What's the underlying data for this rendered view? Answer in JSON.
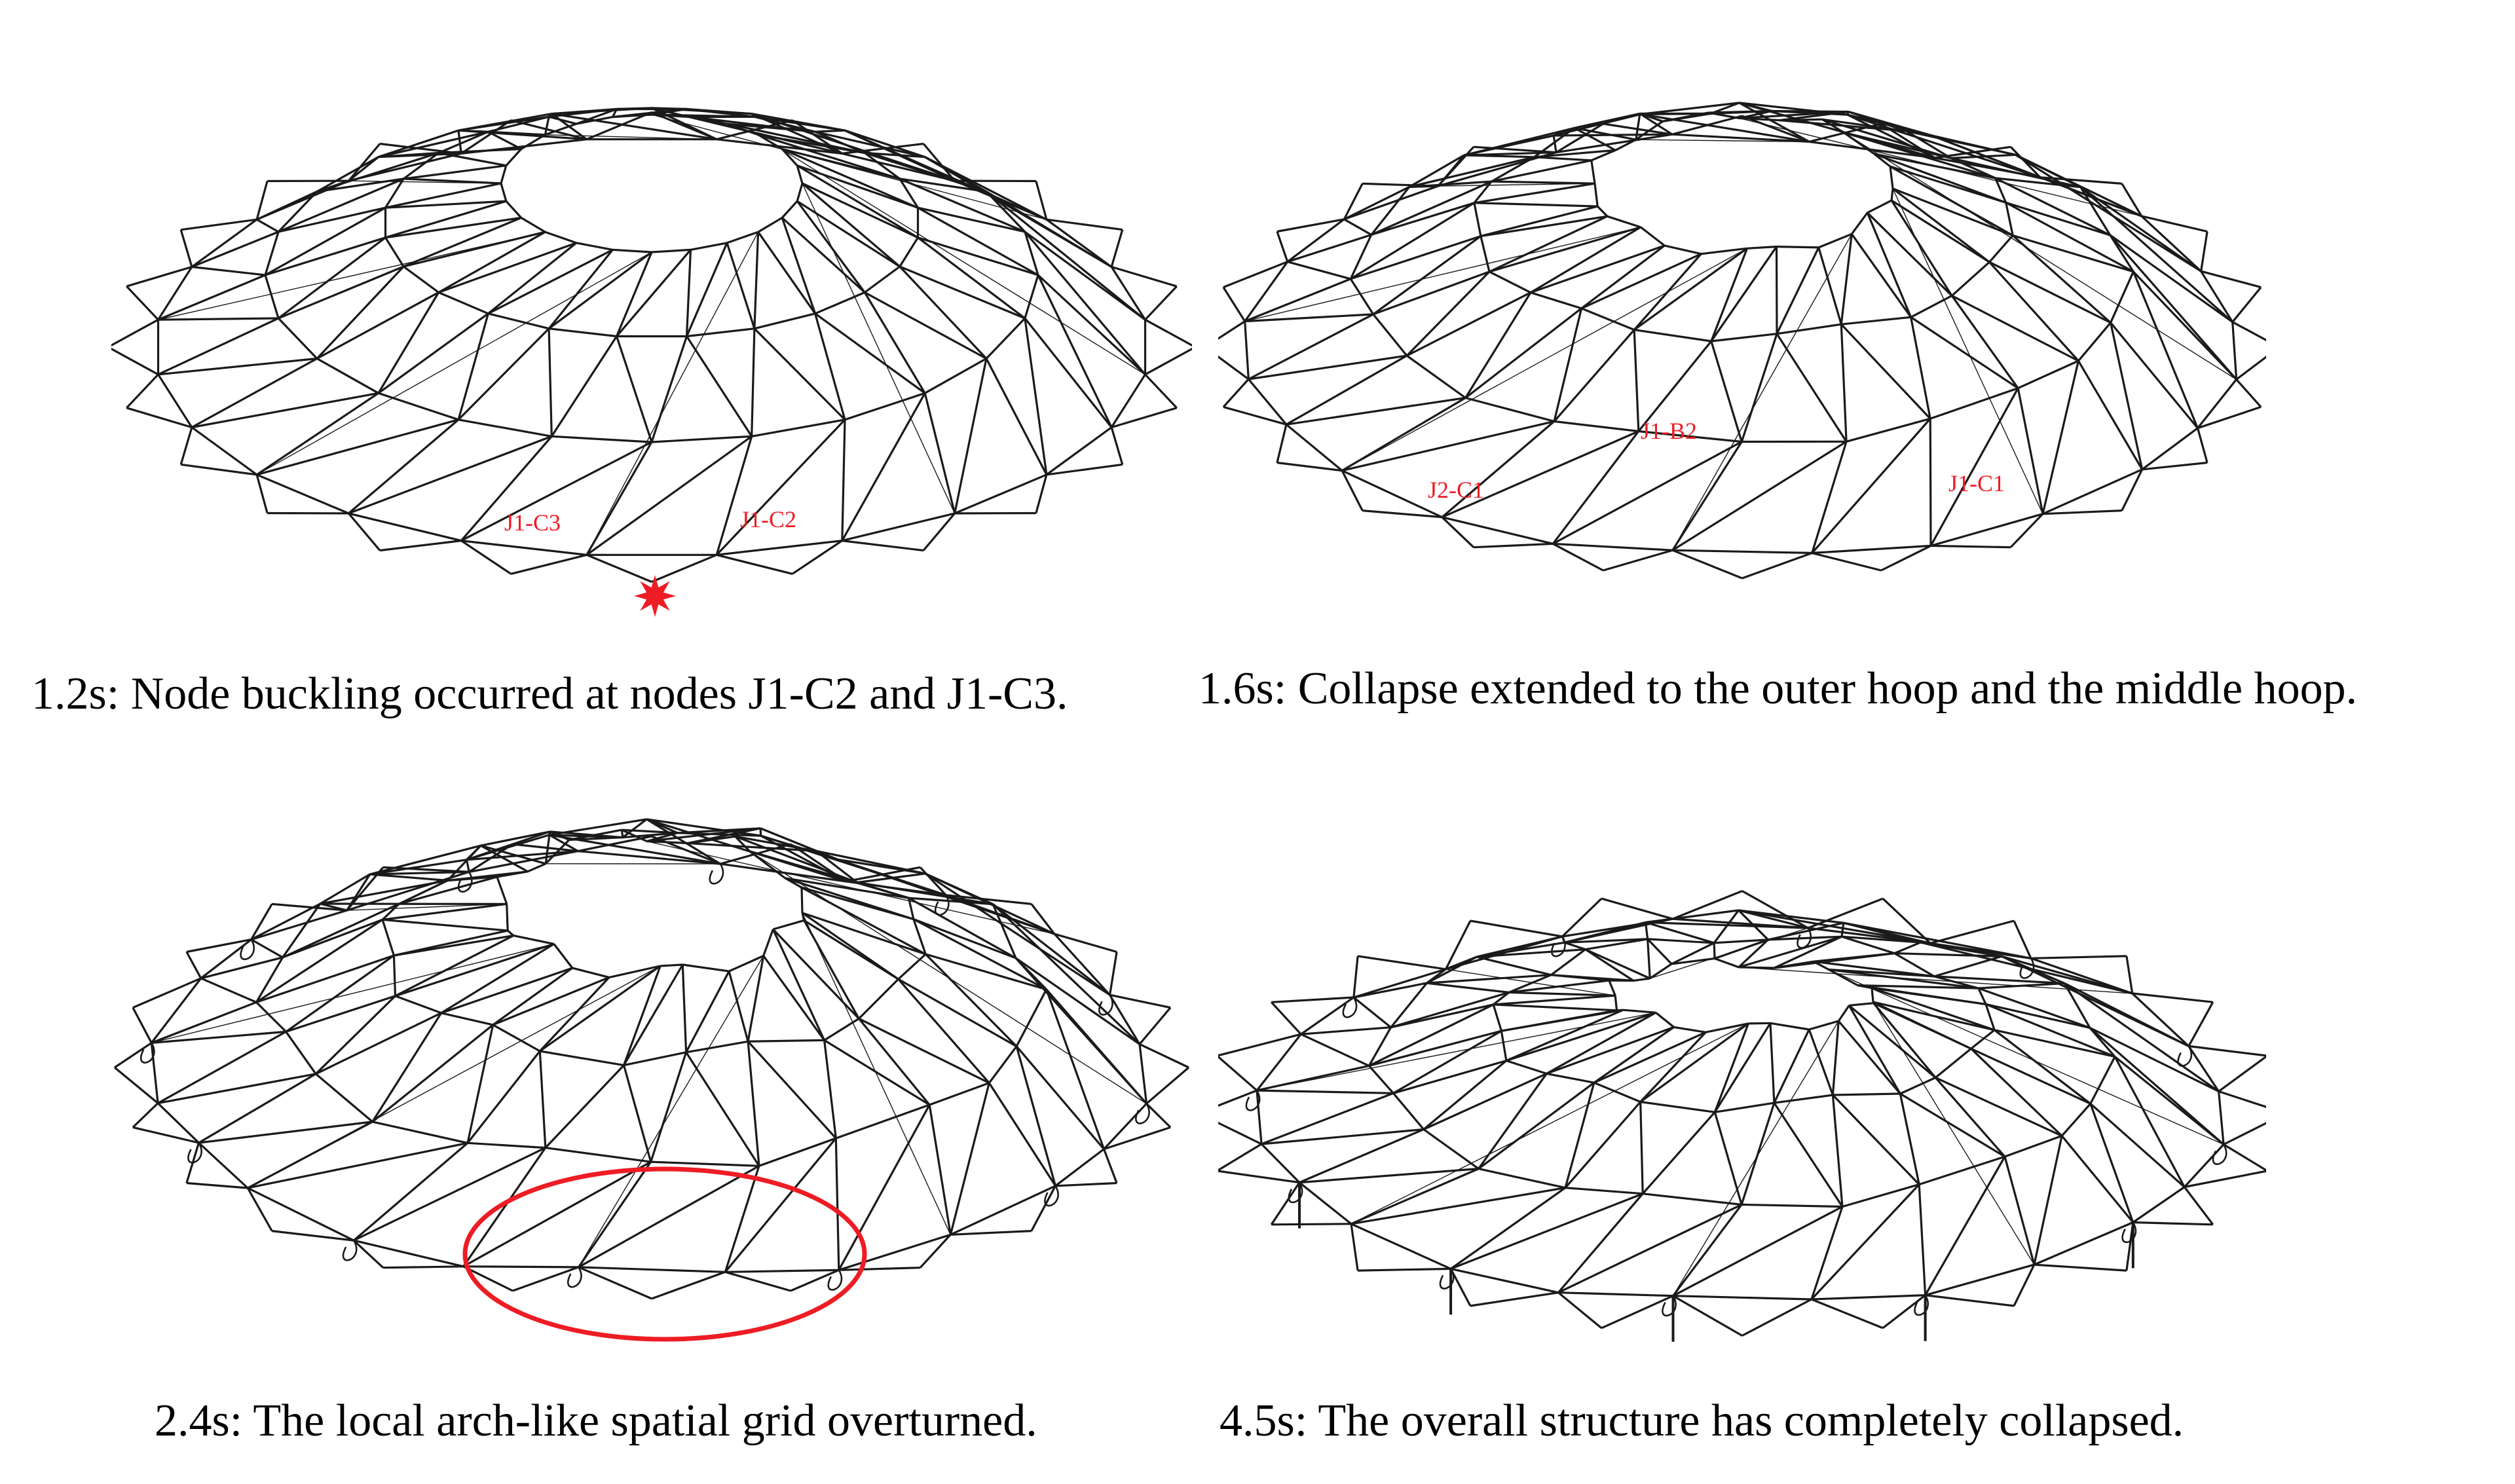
{
  "colors": {
    "line": "#1a1a1a",
    "highlight": "#ee1c24"
  },
  "panels": [
    {
      "caption": "1.2s: Node buckling occurred at nodes J1-C2 and J1-C3.",
      "node_labels": [
        "J1-C3",
        "J1-C2"
      ]
    },
    {
      "caption": "1.6s: Collapse extended to the outer hoop and the middle hoop.",
      "node_labels": [
        "J1-B2",
        "J2-C1",
        "J1-C1"
      ]
    },
    {
      "caption": "2.4s: The local arch-like spatial grid overturned.",
      "node_labels": []
    },
    {
      "caption": "4.5s: The overall structure has completely collapsed.",
      "node_labels": []
    }
  ]
}
